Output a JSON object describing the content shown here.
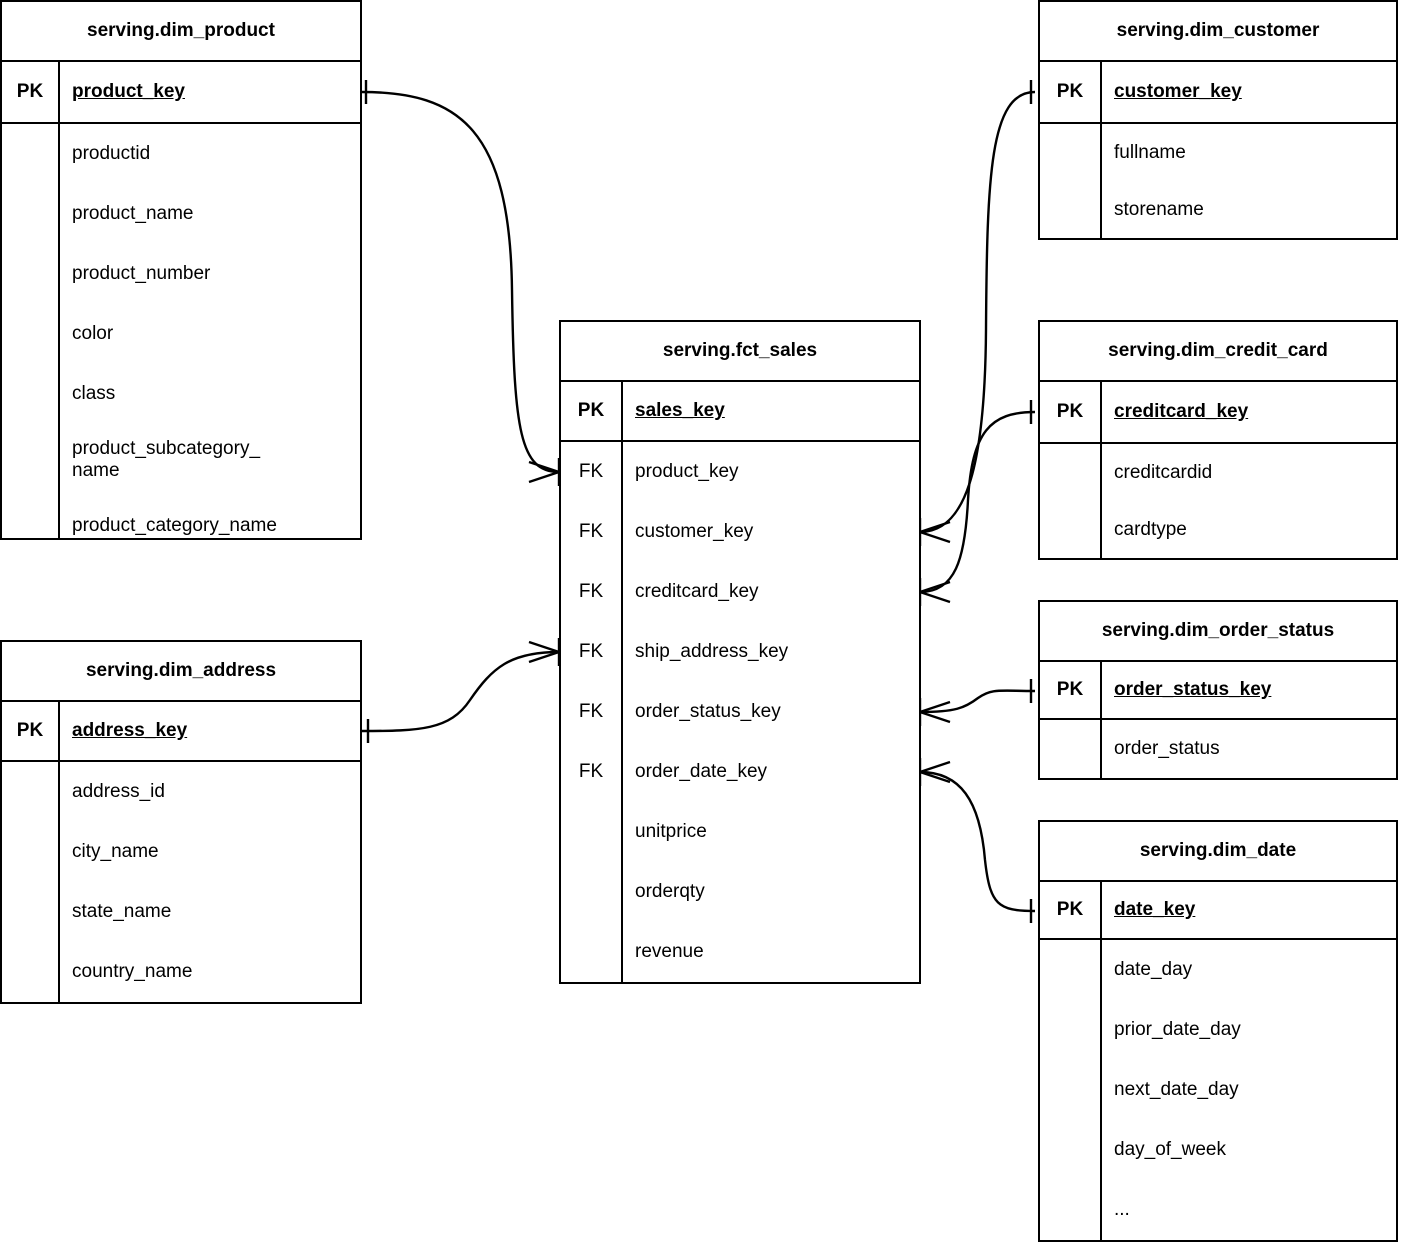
{
  "diagram": {
    "type": "entity-relationship-diagram",
    "notation": "crows-foot",
    "background_color": "#ffffff",
    "line_color": "#000000",
    "text_color": "#000000"
  },
  "labels": {
    "pk": "PK",
    "fk": "FK",
    "ellipsis": "..."
  },
  "entities": [
    {
      "id": "dim_product",
      "title": "serving.dim_product",
      "pk": {
        "tag": "PK",
        "name": "product_key"
      },
      "attributes": [
        {
          "tag": "",
          "name": "productid"
        },
        {
          "tag": "",
          "name": "product_name"
        },
        {
          "tag": "",
          "name": "product_number"
        },
        {
          "tag": "",
          "name": "color"
        },
        {
          "tag": "",
          "name": "class"
        },
        {
          "tag": "",
          "name": "product_subcategory_\nname"
        },
        {
          "tag": "",
          "name": "product_category_name"
        }
      ]
    },
    {
      "id": "dim_address",
      "title": "serving.dim_address",
      "pk": {
        "tag": "PK",
        "name": "address_key"
      },
      "attributes": [
        {
          "tag": "",
          "name": "address_id"
        },
        {
          "tag": "",
          "name": "city_name"
        },
        {
          "tag": "",
          "name": "state_name"
        },
        {
          "tag": "",
          "name": "country_name"
        }
      ]
    },
    {
      "id": "fct_sales",
      "title": "serving.fct_sales",
      "pk": {
        "tag": "PK",
        "name": "sales_key"
      },
      "attributes": [
        {
          "tag": "FK",
          "name": "product_key"
        },
        {
          "tag": "FK",
          "name": "customer_key"
        },
        {
          "tag": "FK",
          "name": "creditcard_key"
        },
        {
          "tag": "FK",
          "name": "ship_address_key"
        },
        {
          "tag": "FK",
          "name": "order_status_key"
        },
        {
          "tag": "FK",
          "name": "order_date_key"
        },
        {
          "tag": "",
          "name": "unitprice"
        },
        {
          "tag": "",
          "name": "orderqty"
        },
        {
          "tag": "",
          "name": "revenue"
        }
      ]
    },
    {
      "id": "dim_customer",
      "title": "serving.dim_customer",
      "pk": {
        "tag": "PK",
        "name": "customer_key"
      },
      "attributes": [
        {
          "tag": "",
          "name": "fullname"
        },
        {
          "tag": "",
          "name": "storename"
        }
      ]
    },
    {
      "id": "dim_credit_card",
      "title": "serving.dim_credit_card",
      "pk": {
        "tag": "PK",
        "name": "creditcard_key"
      },
      "attributes": [
        {
          "tag": "",
          "name": "creditcardid"
        },
        {
          "tag": "",
          "name": "cardtype"
        }
      ]
    },
    {
      "id": "dim_order_status",
      "title": "serving.dim_order_status",
      "pk": {
        "tag": "PK",
        "name": "order_status_key"
      },
      "attributes": [
        {
          "tag": "",
          "name": "order_status"
        }
      ]
    },
    {
      "id": "dim_date",
      "title": "serving.dim_date",
      "pk": {
        "tag": "PK",
        "name": "date_key"
      },
      "attributes": [
        {
          "tag": "",
          "name": "date_day"
        },
        {
          "tag": "",
          "name": "prior_date_day"
        },
        {
          "tag": "",
          "name": "next_date_day"
        },
        {
          "tag": "",
          "name": "day_of_week"
        },
        {
          "tag": "",
          "name": "..."
        }
      ]
    }
  ],
  "relationships": [
    {
      "id": "rel-product",
      "from": "dim_product.product_key",
      "to": "fct_sales.product_key",
      "from_cardinality": "one",
      "to_cardinality": "many"
    },
    {
      "id": "rel-address",
      "from": "dim_address.address_key",
      "to": "fct_sales.ship_address_key",
      "from_cardinality": "one",
      "to_cardinality": "many"
    },
    {
      "id": "rel-customer",
      "from": "dim_customer.customer_key",
      "to": "fct_sales.customer_key",
      "from_cardinality": "one",
      "to_cardinality": "many"
    },
    {
      "id": "rel-creditcard",
      "from": "dim_credit_card.creditcard_key",
      "to": "fct_sales.creditcard_key",
      "from_cardinality": "one",
      "to_cardinality": "many"
    },
    {
      "id": "rel-order-status",
      "from": "dim_order_status.order_status_key",
      "to": "fct_sales.order_status_key",
      "from_cardinality": "one",
      "to_cardinality": "many"
    },
    {
      "id": "rel-date",
      "from": "dim_date.date_key",
      "to": "fct_sales.order_date_key",
      "from_cardinality": "one",
      "to_cardinality": "many"
    }
  ]
}
